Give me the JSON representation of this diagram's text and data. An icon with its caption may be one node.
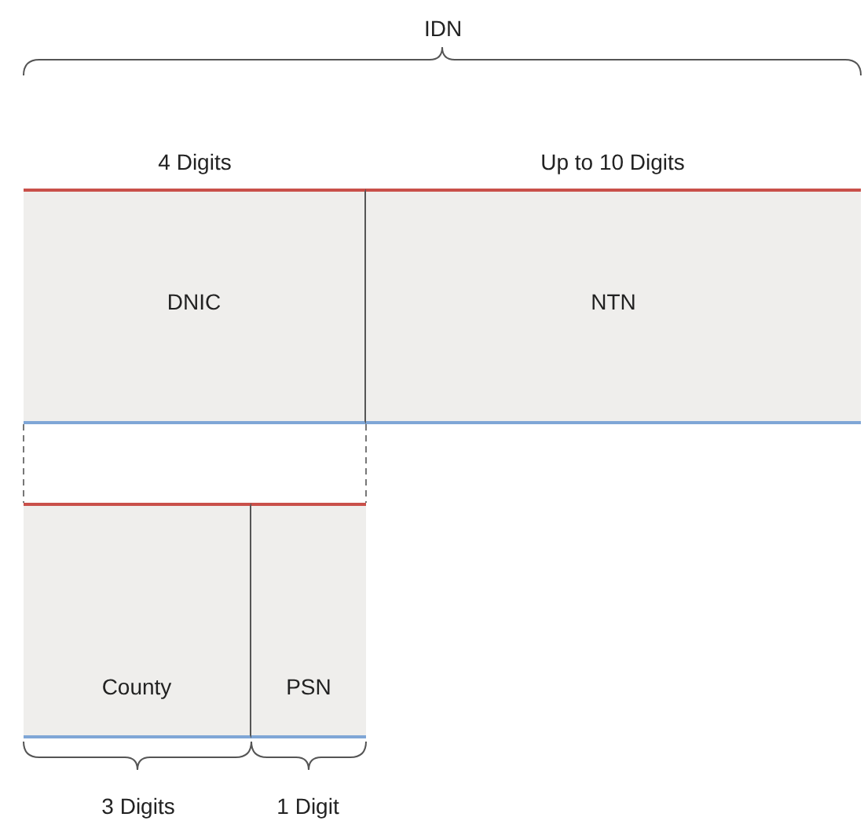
{
  "diagram": {
    "nodes": [
      {
        "text": [
          "DNIC"
        ]
      },
      {
        "text": [
          "NTN"
        ]
      },
      {
        "text": [
          "County"
        ]
      },
      {
        "text": [
          "PSN"
        ]
      }
    ],
    "edges": [
      {
        "from": 0,
        "to": 2,
        "arrow": "none",
        "style": "dashed"
      },
      {
        "from": 0,
        "to": 3,
        "arrow": "none",
        "style": "dashed"
      }
    ],
    "labels": [
      "IDN",
      "4 Digits",
      "Up to 10 Digits",
      "3 Digits",
      "1 Digit"
    ]
  }
}
